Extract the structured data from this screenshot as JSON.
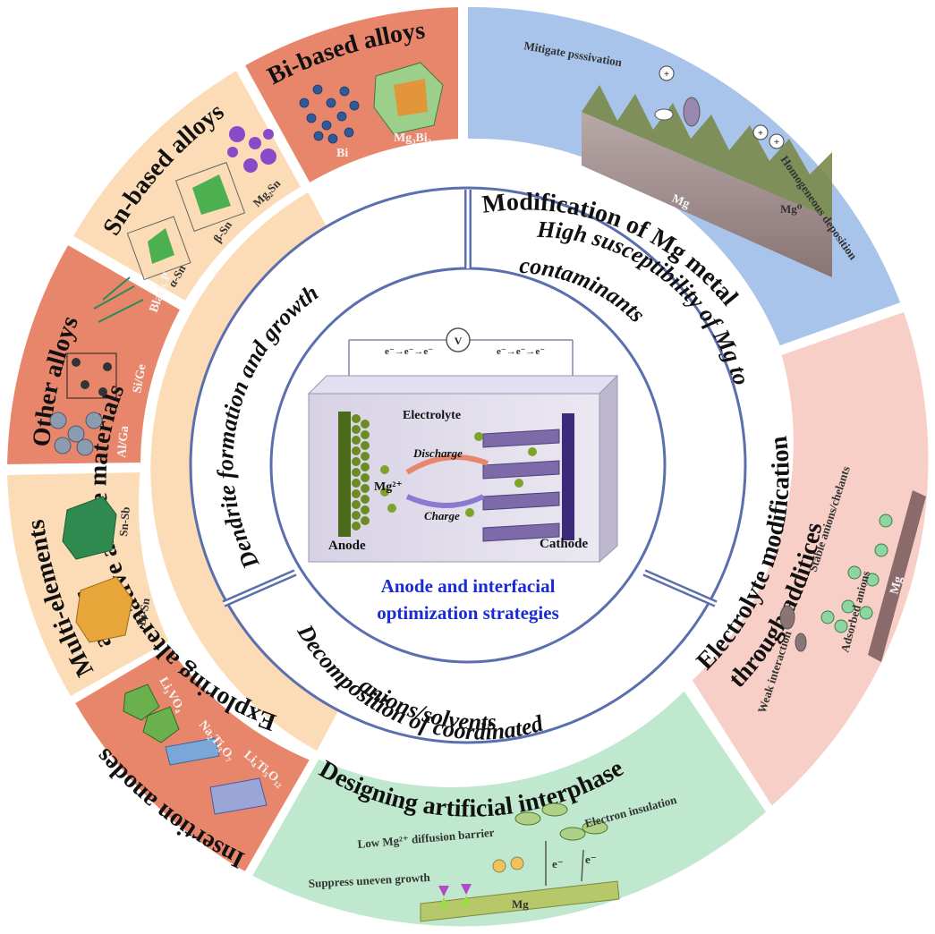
{
  "center": {
    "title_line1": "Anode and interfacial",
    "title_line2": "optimization strategies",
    "electrolyte": "Electrolyte",
    "discharge": "Discharge",
    "charge": "Charge",
    "ion": "Mg²⁺",
    "anode": "Anode",
    "cathode": "Cathode",
    "voltmeter": "V",
    "electron_flow_left": "e⁻→e⁻→e⁻",
    "electron_flow_right": "e⁻→e⁻→e⁻"
  },
  "inner_ring": {
    "dendrite": "Dendrite formation and growth",
    "susceptibility_line1": "High susceptibility of Mg to",
    "susceptibility_line2": "contaminants",
    "decomposition_line1": "Decomposition of coordinated",
    "decomposition_line2": "anions/solvents"
  },
  "middle_ring": {
    "alternative_anodes": "Exploring alternative anode materials",
    "modification": "Modification of Mg metal",
    "electrolyte_line1": "Electrolyte modification",
    "electrolyte_line2": "through additices",
    "artificial_interphase": "Designing artificial interphase"
  },
  "outer_ring": {
    "bi_alloys": "Bi-based alloys",
    "sn_alloys": "Sn-based alloys",
    "other_alloys": "Other alloys",
    "multi_line1": "Multi-elements",
    "multi_line2": "alloys",
    "insertion": "Insertion anodes"
  },
  "labels": {
    "bi": "Bi",
    "mg3bi2": "Mg₃Bi₂",
    "alpha_sn": "α-Sn",
    "beta_sn": "β-Sn",
    "mg2sn": "Mg₂Sn",
    "black_p": "Black P",
    "si_ge": "Si/Ge",
    "al_ga": "Al/Ga",
    "sn_sb": "Sn-Sb",
    "bi_sn": "Bi-Sn",
    "li3vo4": "Li₃VO₄",
    "na2ti3o7": "Na₂Ti₃O₇",
    "li4ti5o12": "Li₄Ti₅O₁₂",
    "mitigate": "Mitigate psssivation",
    "homogeneous": "Homogeneous deposition",
    "mg0": "Mg⁰",
    "mg_substrate": "Mg",
    "stable_anions": "Stable anions/chelants",
    "adsorbed_anions": "Adsorbed anions",
    "weak_interaction": "Weak interaction",
    "mg_electrolyte": "Mg",
    "electron_insulation": "Electron insulation",
    "low_barrier": "Low Mg²⁺ diffusion barrier",
    "suppress": "Suppress uneven growth",
    "mg_interphase": "Mg",
    "electron": "e⁻"
  },
  "colors": {
    "salmon": "#e8866b",
    "peach": "#fbdcb6",
    "blue": "#a9c4ea",
    "pink": "#f7cfc6",
    "mint": "#bfe8cf",
    "ring_stroke": "#5b6fae",
    "center_title": "#1b2bd4"
  }
}
